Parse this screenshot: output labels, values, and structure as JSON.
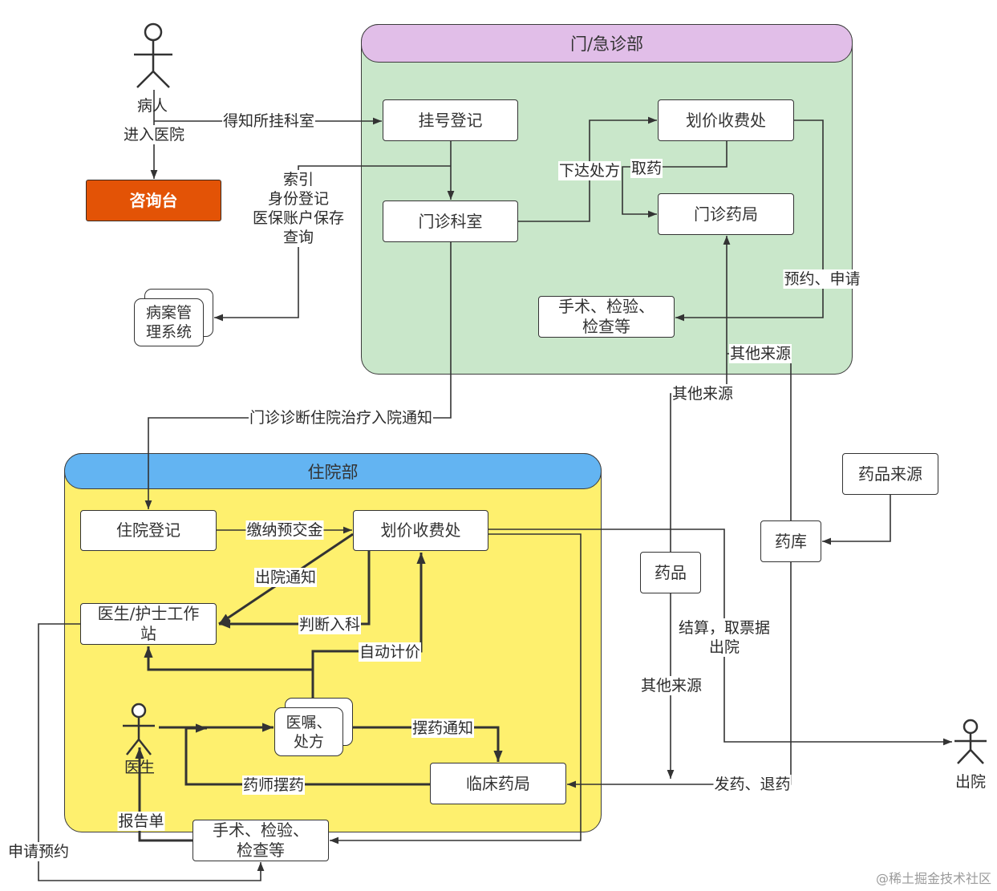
{
  "colors": {
    "outpatient_fill": "#c9e7ca",
    "outpatient_header": "#e1bee8",
    "inpatient_fill": "#fef06e",
    "inpatient_header": "#63b4f2",
    "consult_fill": "#e35306"
  },
  "icons": {
    "patient": "stick-figure-icon",
    "doctor": "stick-figure-icon",
    "discharge": "stick-figure-icon"
  },
  "entry": {
    "patient": "病人",
    "consult_desk": "咨询台",
    "records_system": [
      "病案管",
      "理系统"
    ],
    "records_note": [
      "索引",
      "身份登记",
      "医保账户保存",
      "查询"
    ]
  },
  "outpatient": {
    "title": "门/急诊部",
    "registration": "挂号登记",
    "billing": "划价收费处",
    "clinic": "门诊科室",
    "pharmacy": "门诊药局",
    "procedures": [
      "手术、检验、",
      "检查等"
    ]
  },
  "inpatient": {
    "title": "住院部",
    "admission": "住院登记",
    "billing": "划价收费处",
    "workstation": [
      "医生/护士工作",
      "站"
    ],
    "doctor": "医生",
    "orders": [
      "医嘱、",
      "处方"
    ],
    "clinical_pharmacy": "临床药局",
    "procedures": [
      "手术、检验、",
      "检查等"
    ]
  },
  "supply": {
    "drug_source": "药品来源",
    "warehouse": "药库",
    "drugs": "药品"
  },
  "discharge": "出院",
  "edge_labels": {
    "enter_hospital": "进入医院",
    "know_department": "得知所挂科室",
    "issue_prescription": "下达处方",
    "pick_up_drugs": "取药",
    "appointment_request": "预约、申请",
    "other_source_1": "其他来源",
    "other_source_2": "其他来源",
    "other_source_3": "其他来源",
    "admission_notice": "门诊诊断住院治疗入院通知",
    "deposit": "缴纳预交金",
    "discharge_notice": "出院通知",
    "determine_ward": "判断入科",
    "auto_pricing": "自动计价",
    "dispensing_notice": "摆药通知",
    "pharmacist_dispensing": "药师摆药",
    "report": "报告单",
    "request_appointment": "申请预约",
    "settle": [
      "结算，取票据",
      "出院"
    ],
    "dispense_return": "发药、退药"
  },
  "watermark": "@稀土掘金技术社区"
}
